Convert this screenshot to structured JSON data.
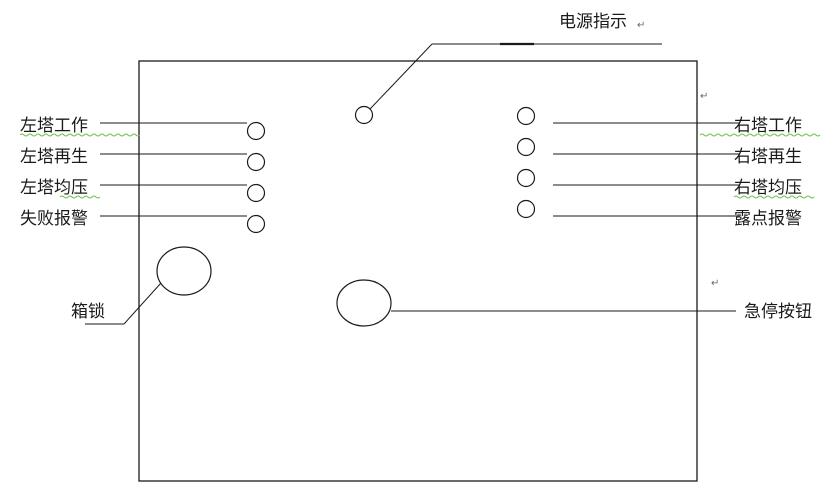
{
  "labels": {
    "power": "电源指示",
    "left_work": "左塔工作",
    "left_regen": "左塔再生",
    "left_equalize": "左塔均压",
    "failure_alarm": "失败报警",
    "right_work": "右塔工作",
    "right_regen": "右塔再生",
    "right_equalize": "右塔均压",
    "dew_alarm": "露点报警",
    "box_lock": "箱锁",
    "emergency_stop": "急停按钮"
  },
  "marks": {
    "return_arrow": "↵"
  },
  "colors": {
    "line": "#1a1a1a",
    "squiggle": "#6cc04a",
    "text": "#1a1a1a"
  }
}
